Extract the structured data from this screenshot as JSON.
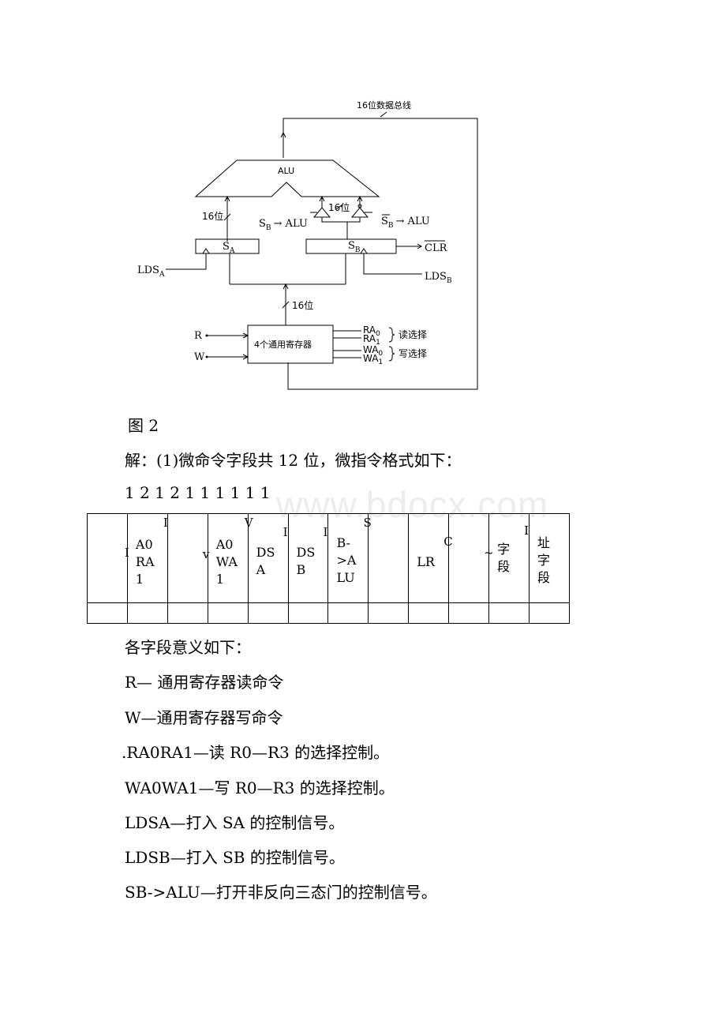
{
  "diagram": {
    "bus_label": "16位数据总线",
    "alu_label": "ALU",
    "width_label_a": "16位",
    "width_label_b": "16位",
    "width_label_c": "16位",
    "sa_label": "S",
    "sa_sub": "A",
    "sb_label": "S",
    "sb_sub": "B",
    "sb_alu_left_s": "S",
    "sb_alu_left_sub": "B",
    "sb_alu_left_rest": "→ ALU",
    "sb_alu_right_s": "S",
    "sb_alu_right_sub": "B",
    "sb_alu_right_rest": "→ ALU",
    "clr_label": "CLR",
    "ldsa_main": "LDS",
    "ldsa_sub": "A",
    "ldsb_main": "LDS",
    "ldsb_sub": "B",
    "reg_label": "4个通用寄存器",
    "r_label": "R",
    "w_label": "W",
    "ra0": "RA",
    "ra0_sub": "0",
    "ra1": "RA",
    "ra1_sub": "1",
    "wa0": "WA",
    "wa0_sub": "0",
    "wa1": "WA",
    "wa1_sub": "1",
    "read_select": "读选择",
    "write_select": "写选择"
  },
  "figure_caption": "图 2",
  "solution_line": "解：(1)微命令字段共 12 位，微指令格式如下：",
  "bit_widths": "1 2  1 2 1 1 1 1  1 1",
  "watermark": "www.bdocx.com",
  "table": {
    "cells": [
      {
        "text": "",
        "frag": "I",
        "frag_pos": "left"
      },
      {
        "text": "A0\nRA\n1",
        "frag": "I",
        "frag_pos": "top"
      },
      {
        "text": "",
        "frag": "v",
        "frag_pos": "mid"
      },
      {
        "text": "A0\nWA\n1",
        "frag": "V",
        "frag_pos": "top"
      },
      {
        "text": "DS\nA",
        "frag": "I",
        "frag_pos": "top"
      },
      {
        "text": "DS\nB",
        "frag": "I",
        "frag_pos": "top"
      },
      {
        "text": "B-\n>A\nLU",
        "frag": "S",
        "frag_pos": "top"
      },
      {
        "text": "",
        "frag": "",
        "frag_pos": ""
      },
      {
        "text": "LR",
        "frag": "C",
        "frag_pos": "top"
      },
      {
        "text": "",
        "frag": "~",
        "frag_pos": "mid"
      },
      {
        "text": "字\n段",
        "frag": "I",
        "frag_pos": "top"
      },
      {
        "text": "址\n字\n段",
        "frag": "",
        "frag_pos": ""
      }
    ]
  },
  "fields_intro": "各字段意义如下：",
  "definitions": [
    "R— 通用寄存器读命令",
    "W—通用寄存器写命令",
    ".RA0RA1—读 R0—R3 的选择控制。",
    "WA0WA1—写 R0—R3 的选择控制。",
    "LDSA—打入 SA 的控制信号。",
    "LDSB—打入 SB 的控制信号。",
    "SB->ALU—打开非反向三态门的控制信号。"
  ]
}
